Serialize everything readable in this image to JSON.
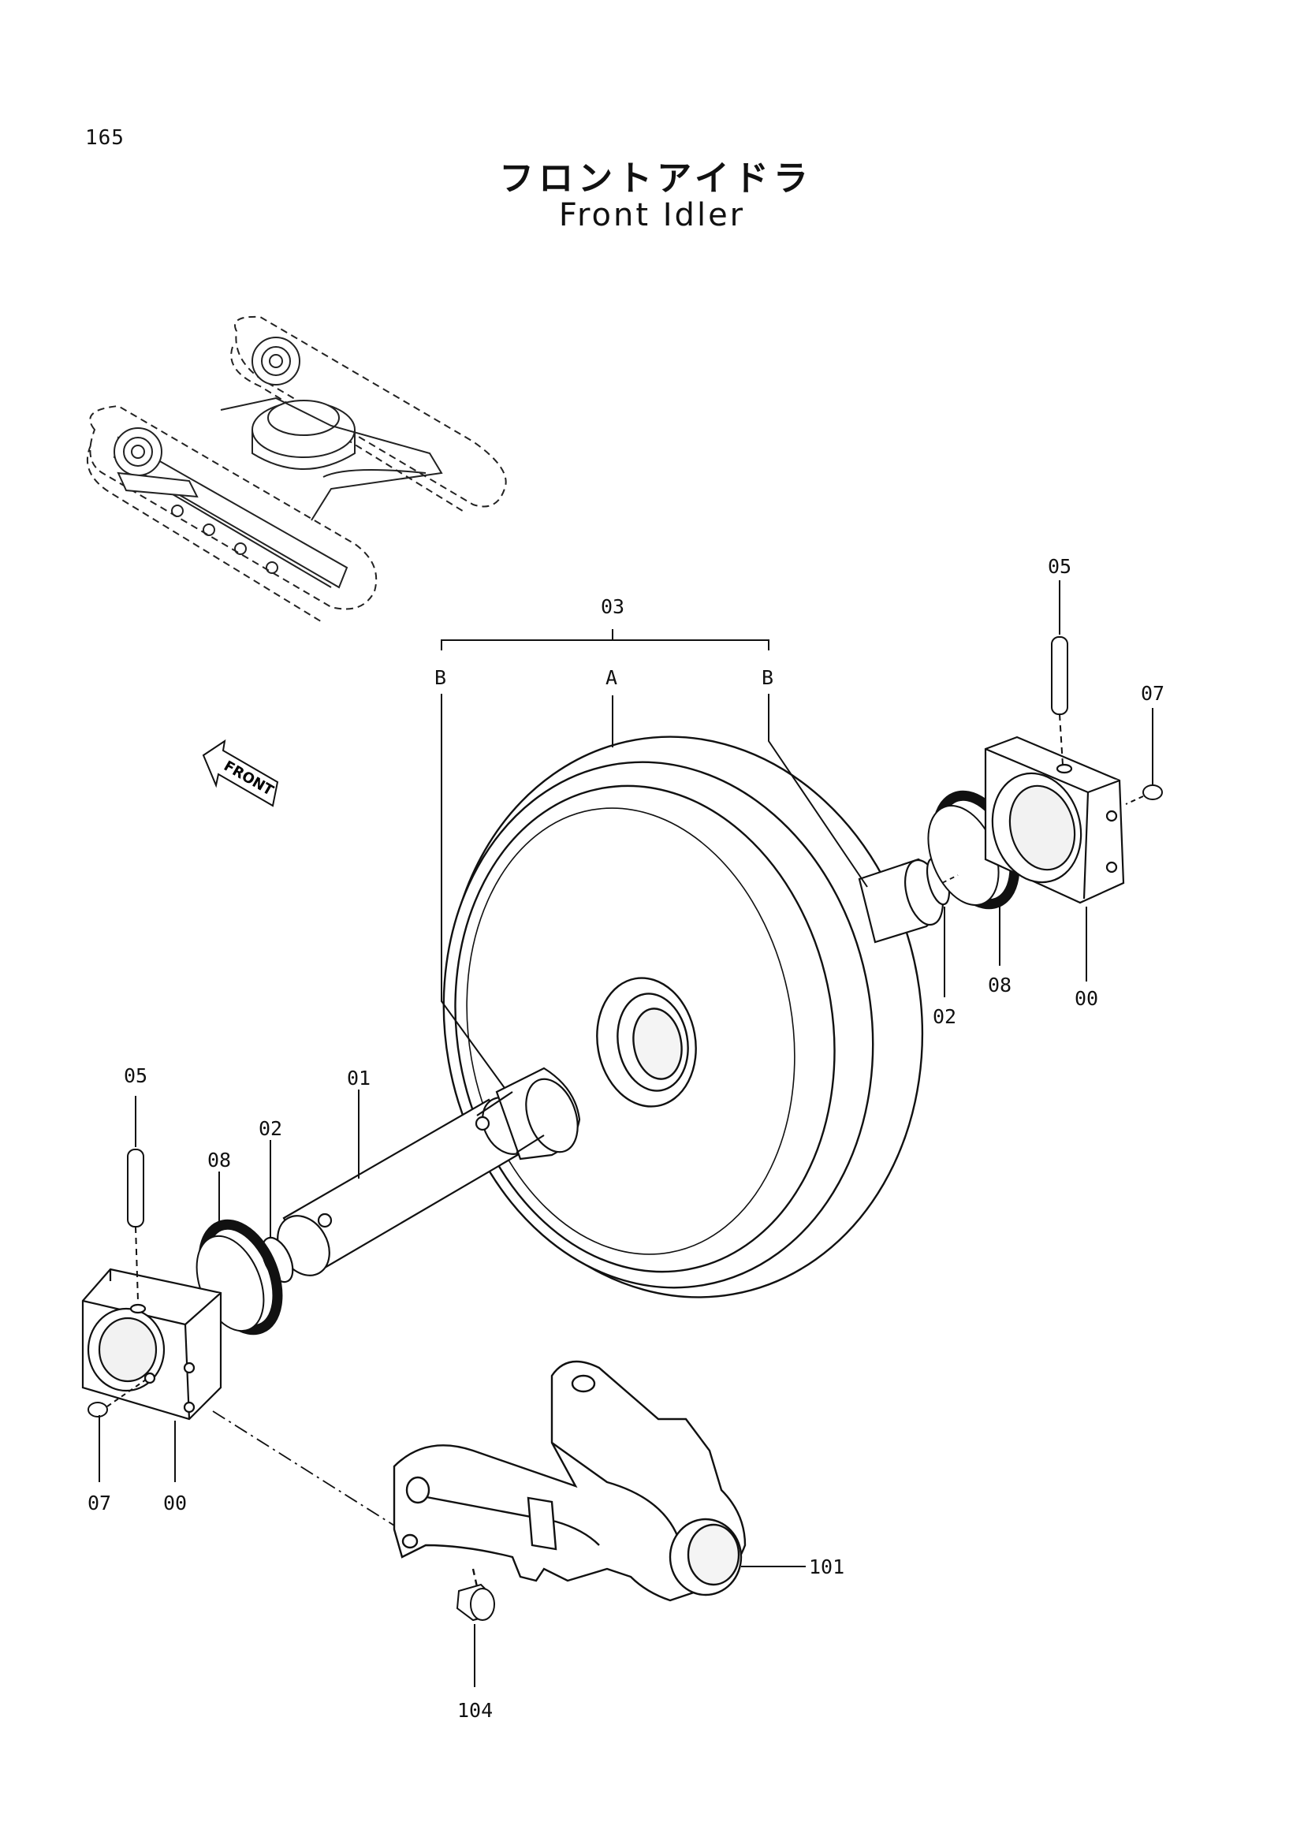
{
  "page_number": "165",
  "title_jp": "フロントアイドラ",
  "title_en": "Front Idler",
  "direction_arrow_label": "FRONT",
  "callouts": {
    "assembly": "03",
    "sub_a": "A",
    "sub_b_left": "B",
    "sub_b_right": "B",
    "shaft": "01",
    "collar_left": "02",
    "collar_right": "02",
    "seal_left": "08",
    "seal_right": "08",
    "pin_left": "05",
    "pin_right": "05",
    "plug_left": "07",
    "plug_right": "07",
    "bearing_left": "00",
    "bearing_right": "00",
    "bracket": "101",
    "bolt": "104"
  }
}
